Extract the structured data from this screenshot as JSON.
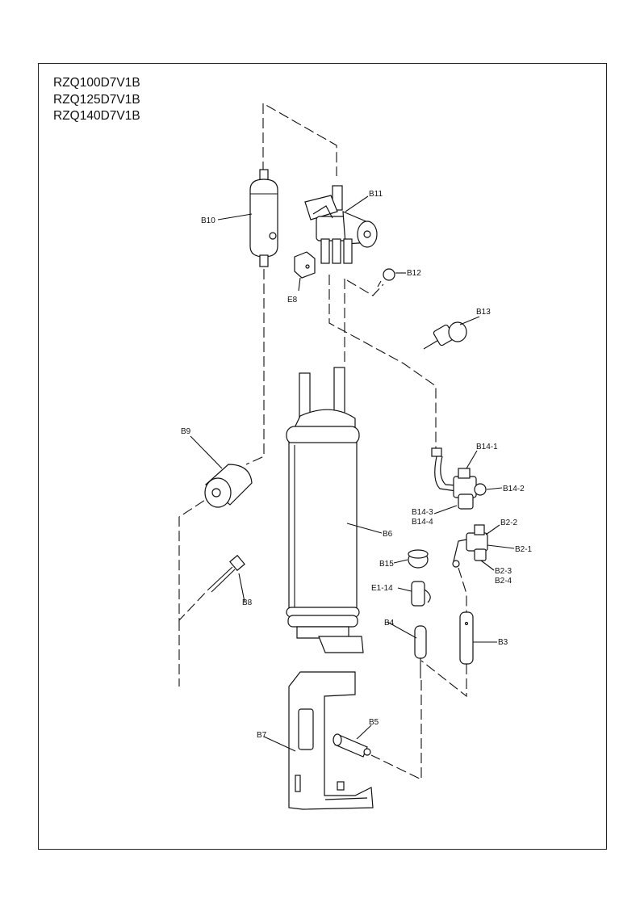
{
  "models": [
    "RZQ100D7V1B",
    "RZQ125D7V1B",
    "RZQ140D7V1B"
  ],
  "labels": {
    "B10": "B10",
    "B11": "B11",
    "B12": "B12",
    "E8": "E8",
    "B13": "B13",
    "B9": "B9",
    "B14_1": "B14-1",
    "B14_2": "B14-2",
    "B14_3": "B14-3",
    "B14_4": "B14-4",
    "B2_2": "B2-2",
    "B2_1": "B2-1",
    "B2_3": "B2-3",
    "B2_4": "B2-4",
    "B6": "B6",
    "B15": "B15",
    "E1_14": "E1-14",
    "B8": "B8",
    "B4": "B4",
    "B3": "B3",
    "B5": "B5",
    "B7": "B7"
  }
}
